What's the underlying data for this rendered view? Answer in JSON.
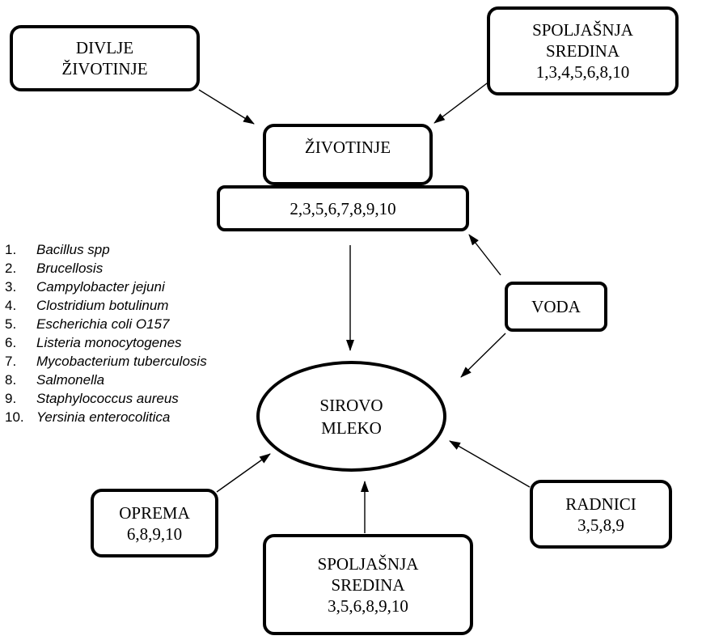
{
  "nodes": {
    "divlje_zivotinje": {
      "line1": "DIVLJE",
      "line2": "ŽIVOTINJE"
    },
    "spoljasnja_sredina_top": {
      "line1": "SPOLJAŠNJA",
      "line2": "SREDINA",
      "codes": "1,3,4,5,6,8,10"
    },
    "zivotinje": {
      "label": "ŽIVOTINJE",
      "codes": "2,3,5,6,7,8,9,10"
    },
    "voda": {
      "label": "VODA"
    },
    "sirovo_mleko": {
      "line1": "SIROVO",
      "line2": "MLEKO"
    },
    "oprema": {
      "label": "OPREMA",
      "codes": "6,8,9,10"
    },
    "radnici": {
      "label": "RADNICI",
      "codes": "3,5,8,9"
    },
    "spoljasnja_sredina_bottom": {
      "line1": "SPOLJAŠNJA",
      "line2": "SREDINA",
      "codes": "3,5,6,8,9,10"
    }
  },
  "edges": [
    {
      "from": "divlje_zivotinje",
      "to": "zivotinje"
    },
    {
      "from": "spoljasnja_sredina_top",
      "to": "zivotinje"
    },
    {
      "from": "voda",
      "to": "zivotinje"
    },
    {
      "from": "zivotinje",
      "to": "sirovo_mleko"
    },
    {
      "from": "voda",
      "to": "sirovo_mleko"
    },
    {
      "from": "oprema",
      "to": "sirovo_mleko"
    },
    {
      "from": "spoljasnja_sredina_bottom",
      "to": "sirovo_mleko"
    },
    {
      "from": "radnici",
      "to": "sirovo_mleko"
    }
  ],
  "legend": [
    {
      "num": "1.",
      "name": "Bacillus spp"
    },
    {
      "num": "2.",
      "name": "Brucellosis"
    },
    {
      "num": "3.",
      "name": "Campylobacter jejuni"
    },
    {
      "num": "4.",
      "name": "Clostridium botulinum"
    },
    {
      "num": "5.",
      "name": "Escherichia coli O157"
    },
    {
      "num": "6.",
      "name": "Listeria monocytogenes"
    },
    {
      "num": "7.",
      "name": "Mycobacterium tuberculosis"
    },
    {
      "num": "8.",
      "name": "Salmonella"
    },
    {
      "num": "9.",
      "name": "Staphylococcus aureus"
    },
    {
      "num": "10.",
      "name": "Yersinia enterocolitica"
    }
  ]
}
